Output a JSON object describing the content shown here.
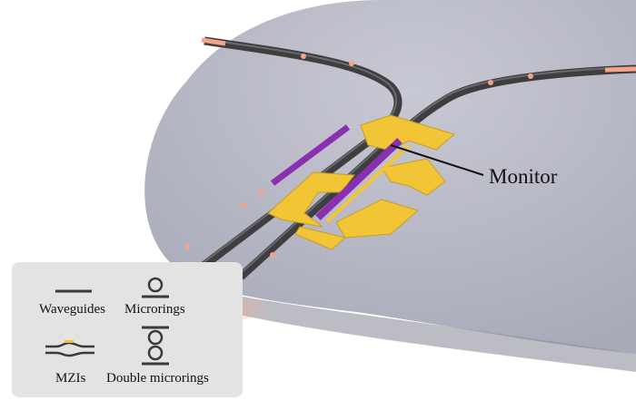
{
  "callout": {
    "label": "Monitor"
  },
  "legend": {
    "items": [
      {
        "label": "Waveguides",
        "icon": "waveguide-icon"
      },
      {
        "label": "Microrings",
        "icon": "microring-icon"
      },
      {
        "label": "MZIs",
        "icon": "mzi-icon"
      },
      {
        "label": "Double microrings",
        "icon": "double-microring-icon"
      }
    ]
  },
  "colors": {
    "background_disc": "#b8b9c6",
    "waveguide": "#3e3e40",
    "electrode": "#f2c537",
    "heater": "#8a2fb0",
    "light": "#f4a487",
    "legend_bg": "#e3e3e2"
  }
}
